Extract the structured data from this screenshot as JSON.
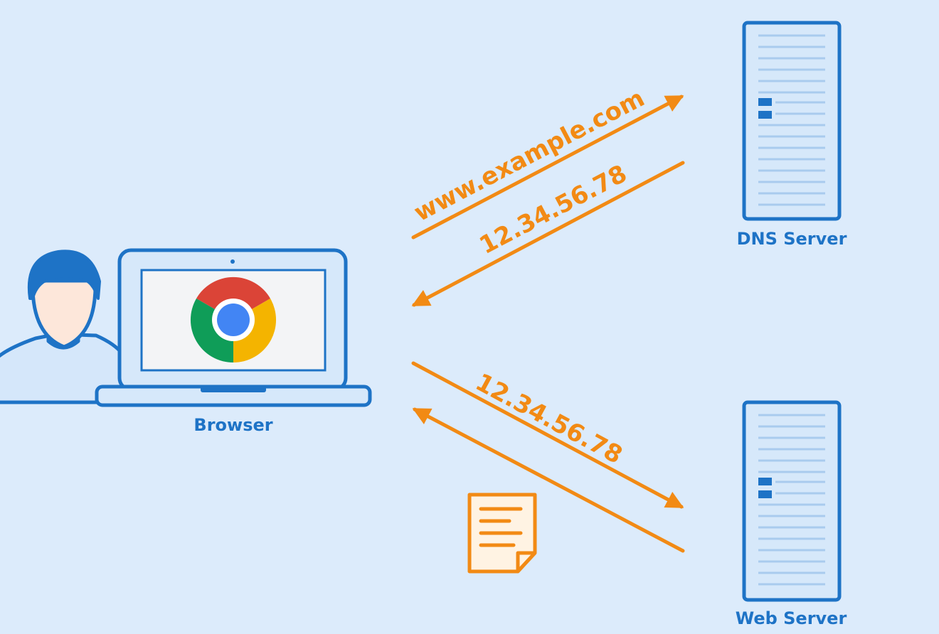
{
  "colors": {
    "background": "#dcebfb",
    "outline": "#1e73c6",
    "server_fill": "#d6e8fa",
    "server_line": "#a9cbee",
    "server_block": "#1e73c6",
    "arrow": "#f28a14",
    "doc_fill": "#fff3e3",
    "person_skin": "#fde7da",
    "person_hair": "#1e73c6",
    "person_body": "#d5e7fa",
    "screen_fill": "#f3f4f6",
    "laptop_fill": "#d6e8fa",
    "label_text": "#1e73c6",
    "chrome_red": "#db4437",
    "chrome_green": "#0f9d58",
    "chrome_yellow": "#f4b400",
    "chrome_blue": "#4285f4"
  },
  "icons": {
    "user": "user-icon",
    "laptop": "laptop-icon",
    "browser_logo": "chrome-logo-icon",
    "server": "server-icon",
    "document": "document-icon"
  },
  "labels": {
    "browser": "Browser",
    "dns_server": "DNS Server",
    "web_server": "Web Server"
  },
  "arrows": {
    "dns_request": "www.example.com",
    "dns_response": "12.34.56.78",
    "web_request": "12.34.56.78"
  }
}
